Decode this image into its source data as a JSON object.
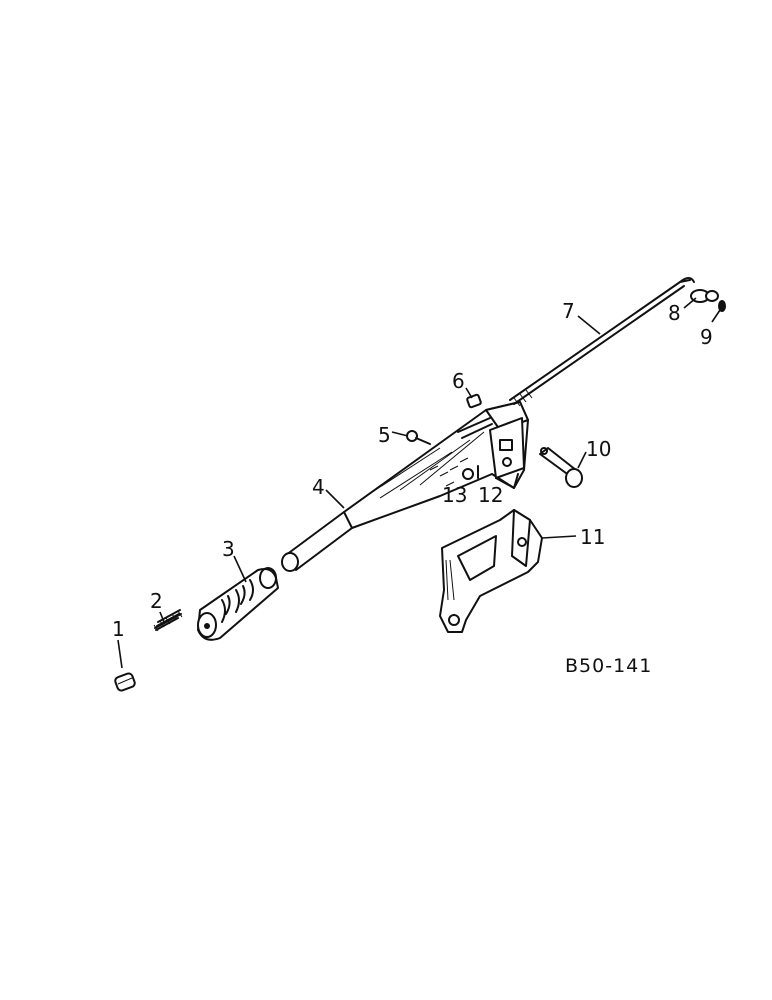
{
  "diagram": {
    "reference_code": "B50-141",
    "callouts": [
      "1",
      "2",
      "3",
      "4",
      "5",
      "6",
      "7",
      "8",
      "9",
      "10",
      "11",
      "12",
      "13"
    ]
  }
}
